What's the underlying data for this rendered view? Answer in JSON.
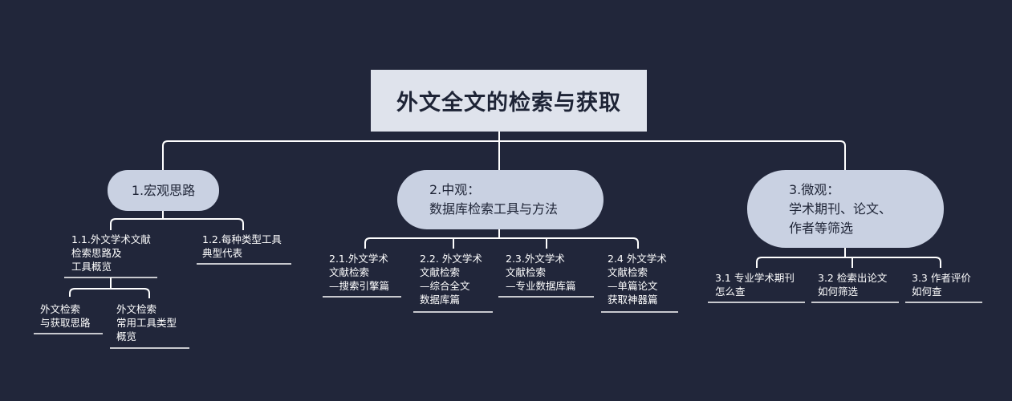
{
  "root": {
    "title": "外文全文的检索与获取"
  },
  "branches": [
    {
      "lines": [
        "1.宏观思路"
      ],
      "children": [
        {
          "lines": [
            "1.1.外文学术文献",
            "检索思路及",
            "工具概览"
          ],
          "children": [
            {
              "lines": [
                "外文检索",
                "与获取思路"
              ]
            },
            {
              "lines": [
                "外文检索",
                "常用工具类型",
                "概览"
              ]
            }
          ]
        },
        {
          "lines": [
            "1.2.每种类型工具",
            "典型代表"
          ]
        }
      ]
    },
    {
      "lines": [
        "2.中观：",
        "数据库检索工具与方法"
      ],
      "children": [
        {
          "lines": [
            "2.1.外文学术",
            "文献检索",
            "—搜索引擎篇"
          ]
        },
        {
          "lines": [
            "2.2. 外文学术",
            "文献检索",
            "—综合全文",
            "数据库篇"
          ]
        },
        {
          "lines": [
            "2.3.外文学术",
            "文献检索",
            "—专业数据库篇"
          ]
        },
        {
          "lines": [
            "2.4 外文学术",
            "文献检索",
            "—单篇论文",
            "获取神器篇"
          ]
        }
      ]
    },
    {
      "lines": [
        "3.微观：",
        "学术期刊、论文、",
        "作者等筛选"
      ],
      "children": [
        {
          "lines": [
            "3.1 专业学术期刊",
            "怎么查"
          ]
        },
        {
          "lines": [
            "3.2 检索出论文",
            "如何筛选"
          ]
        },
        {
          "lines": [
            "3.3 作者评价",
            "如何查"
          ]
        }
      ]
    }
  ]
}
